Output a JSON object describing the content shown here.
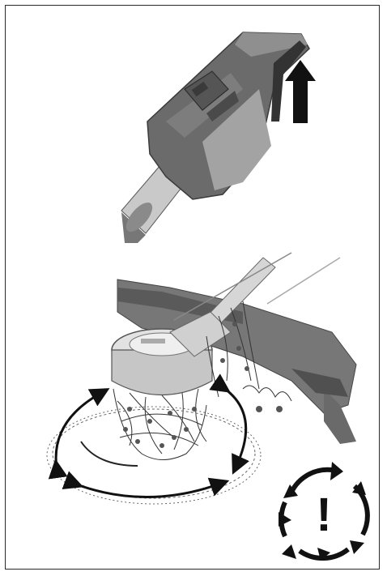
{
  "figure": {
    "panels": [
      {
        "id": "top",
        "subject": "handle-release-button",
        "arrow": "up"
      },
      {
        "id": "bottom",
        "subject": "trimmer-head-wrapped-in-vegetation",
        "motion": "rotation"
      }
    ],
    "warning_symbol": {
      "glyph": "!",
      "style": "four-arrow-cycle"
    },
    "colors": {
      "frame": "#2a2a2a",
      "dark_gray": "#5a5a5a",
      "mid_gray": "#8a8a8a",
      "light_gray": "#cfcfcf",
      "very_light_gray": "#e6e6e6",
      "black": "#111111"
    }
  }
}
